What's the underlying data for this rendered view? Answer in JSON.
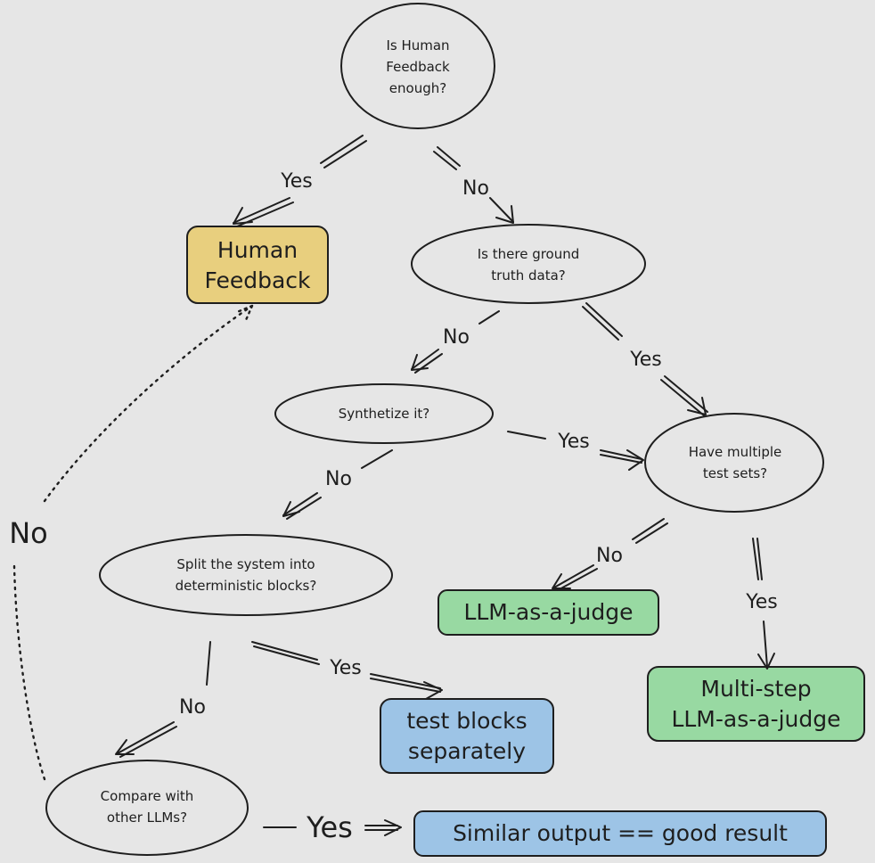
{
  "diagram": {
    "background": "#e6e6e6",
    "stroke_color": "#1e1e1e",
    "fill_colors": {
      "human": "#e8cf7e",
      "green": "#98d9a2",
      "blue": "#9dc4e6"
    },
    "questions": {
      "q_human": "Is Human\nFeedback\nenough?",
      "q_ground": "Is there ground\ntruth data?",
      "q_synth": "Synthetize it?",
      "q_multi": "Have multiple\ntest sets?",
      "q_split": "Split the system into\ndeterministic blocks?",
      "q_compare": "Compare with\nother LLMs?"
    },
    "outcomes": {
      "human_feedback": "Human\nFeedback",
      "llm_judge": "LLM-as-a-judge",
      "multi_step": "Multi-step\nLLM-as-a-judge",
      "test_blocks": "test blocks\nseparately",
      "similar_output": "Similar output == good result"
    },
    "edge_labels": {
      "human_yes": "Yes",
      "human_no": "No",
      "ground_no": "No",
      "ground_yes": "Yes",
      "synth_yes": "Yes",
      "synth_no": "No",
      "multi_no": "No",
      "multi_yes": "Yes",
      "split_yes": "Yes",
      "split_no": "No",
      "compare_no": "No",
      "compare_yes": "Yes"
    }
  }
}
